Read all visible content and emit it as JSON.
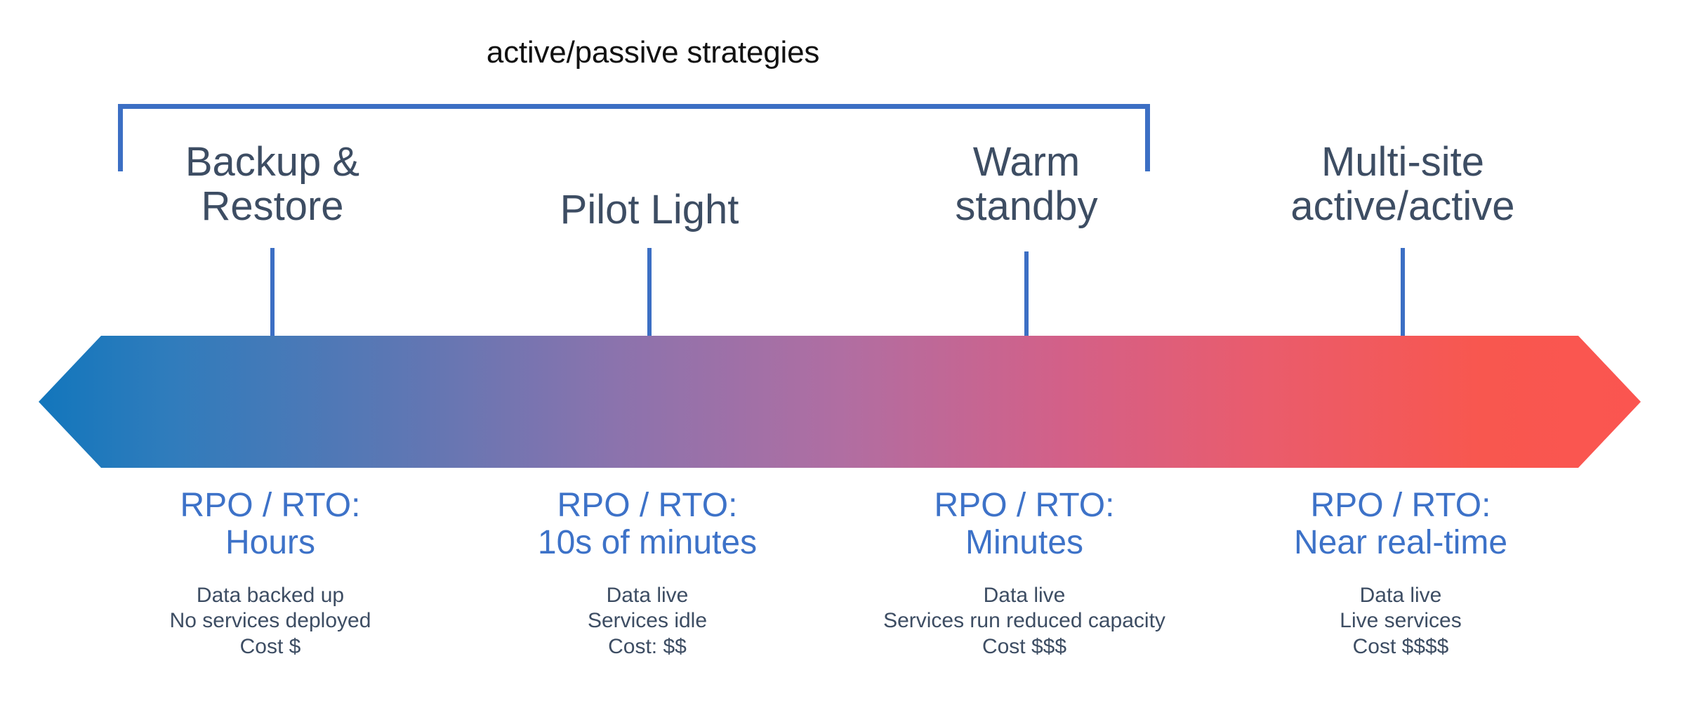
{
  "diagram": {
    "bracket": {
      "caption": "active/passive strategies"
    },
    "bar": {
      "gradient_start_color": "#1276bc",
      "gradient_mid_color": "#b06ea2",
      "gradient_end_color": "#fb5550"
    },
    "colors": {
      "label_text": "#3d4d63",
      "rpo_rto_text": "#3d72c8",
      "bracket_line": "#3c6fc4",
      "caption_text": "#111111"
    },
    "columns": [
      {
        "name": "Backup &\nRestore",
        "rpo_rto": "RPO / RTO:\nHours",
        "details": "Data backed up\nNo services deployed\nCost $"
      },
      {
        "name": "Pilot Light",
        "rpo_rto": "RPO / RTO:\n10s of minutes",
        "details": "Data live\nServices idle\nCost: $$"
      },
      {
        "name": "Warm\nstandby",
        "rpo_rto": "RPO / RTO:\nMinutes",
        "details": "Data live\nServices run reduced capacity\nCost $$$"
      },
      {
        "name": "Multi-site\nactive/active",
        "rpo_rto": "RPO / RTO:\nNear real-time",
        "details": "Data live\nLive services\nCost $$$$"
      }
    ]
  }
}
